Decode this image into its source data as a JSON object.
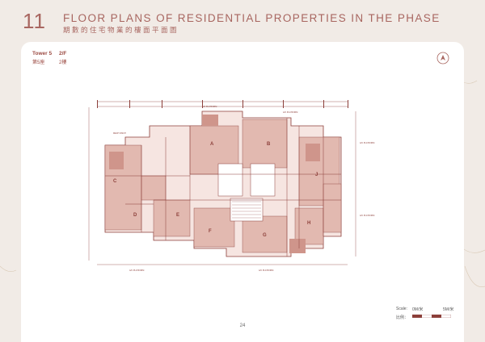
{
  "header": {
    "section_number": "11",
    "title_en": "FLOOR PLANS OF RESIDENTIAL PROPERTIES IN THE PHASE",
    "title_zh": "期數的住宅物業的樓面平面圖"
  },
  "plan_info": {
    "tower_en": "Tower 5",
    "floor_en": "2/F",
    "tower_zh": "第5座",
    "floor_zh": "2樓"
  },
  "scale": {
    "label_en": "Scale:",
    "label_zh": "比例：",
    "start": "0M/米",
    "end": "5M/米"
  },
  "page_number": "24",
  "icons": {
    "north_arrow": "north-arrow-icon"
  },
  "colors": {
    "accent": "#a86660",
    "unit_fill": "#e2b9b0",
    "unit_fill_dark": "#cf958b",
    "background": "#f1ebe6"
  }
}
